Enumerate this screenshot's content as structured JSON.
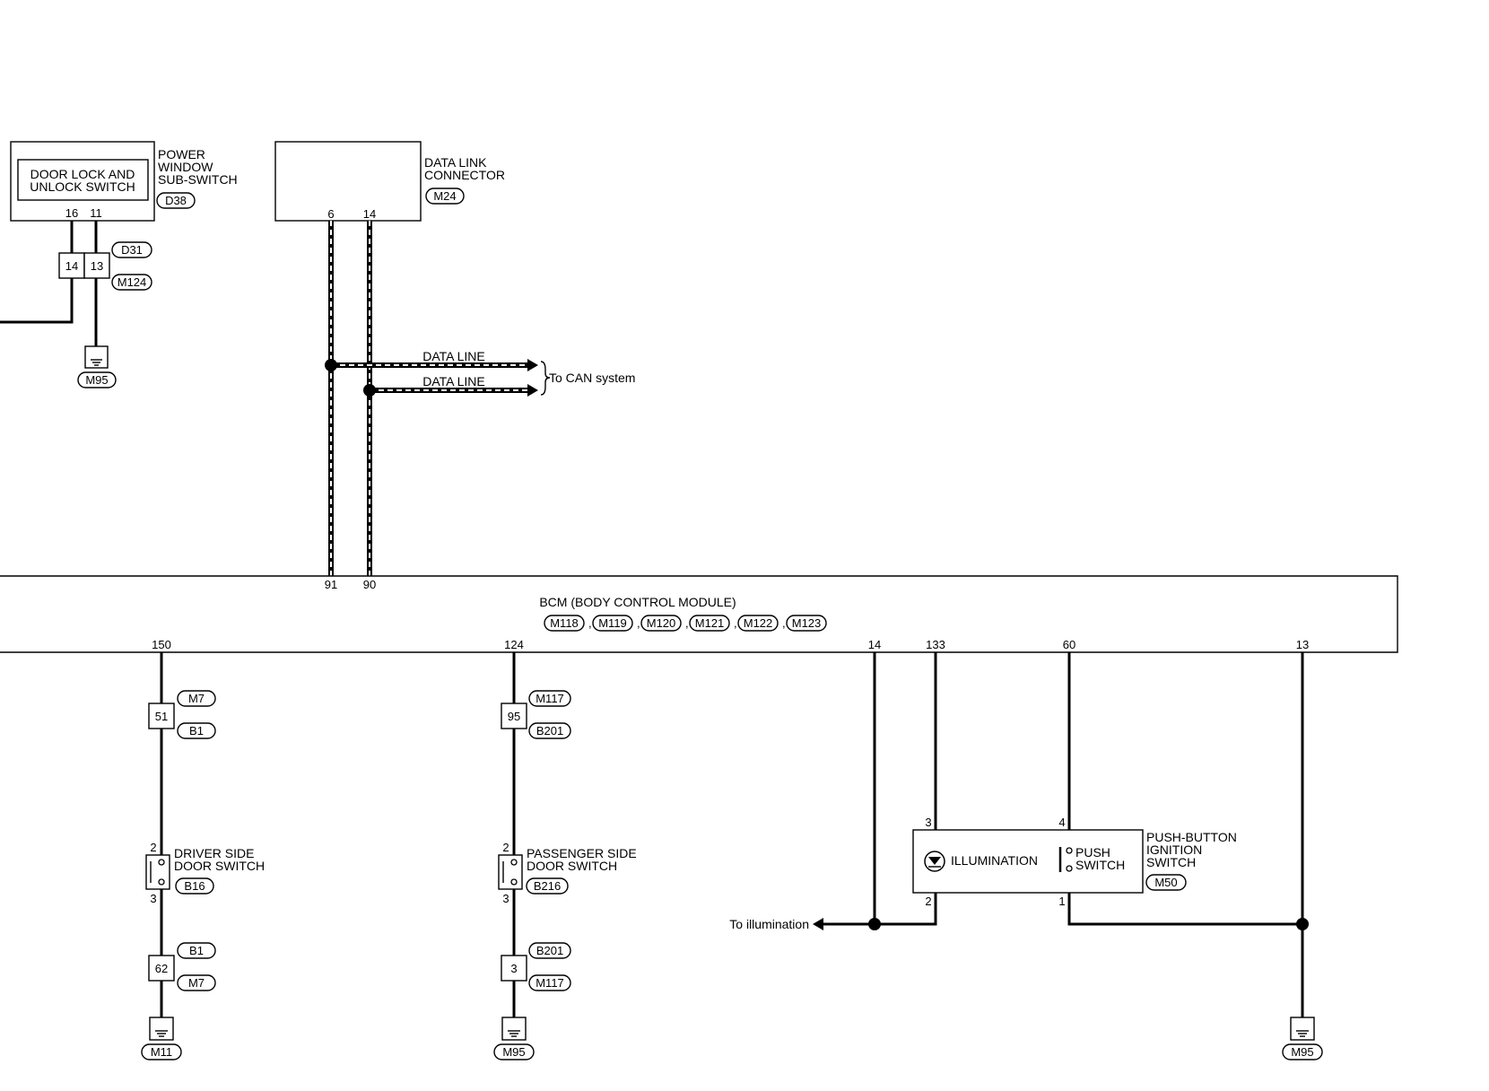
{
  "components": {
    "door_lock_switch": {
      "label_1": "DOOR LOCK AND",
      "label_2": "UNLOCK SWITCH"
    },
    "power_window_sub_switch": {
      "label_1": "POWER",
      "label_2": "WINDOW",
      "label_3": "SUB-SWITCH",
      "connector": "D38",
      "pins": [
        "16",
        "11"
      ]
    },
    "data_link_connector": {
      "label_1": "DATA LINK",
      "label_2": "CONNECTOR",
      "connector": "M24",
      "pins": [
        "6",
        "14"
      ]
    },
    "bcm": {
      "label": "BCM (BODY CONTROL MODULE)",
      "connectors": [
        "M118",
        "M119",
        "M120",
        "M121",
        "M122",
        "M123"
      ],
      "top_pins": [
        "91",
        "90"
      ],
      "bottom_pins": [
        "150",
        "124",
        "14",
        "133",
        "60",
        "13"
      ]
    },
    "driver_door_switch": {
      "label_1": "DRIVER SIDE",
      "label_2": "DOOR SWITCH",
      "connector": "B16",
      "pins": [
        "2",
        "3"
      ]
    },
    "passenger_door_switch": {
      "label_1": "PASSENGER SIDE",
      "label_2": "DOOR SWITCH",
      "connector": "B216",
      "pins": [
        "2",
        "3"
      ]
    },
    "push_button_ignition_switch": {
      "label_1": "PUSH-BUTTON",
      "label_2": "IGNITION",
      "label_3": "SWITCH",
      "connector": "M50",
      "illumination": "ILLUMINATION",
      "push_1": "PUSH",
      "push_2": "SWITCH",
      "pins": [
        "3",
        "4",
        "2",
        "1"
      ]
    }
  },
  "junctions": {
    "d31_m124": {
      "pins": [
        "14",
        "13"
      ],
      "connectors": [
        "D31",
        "M124"
      ]
    },
    "driver_upper": {
      "pin": "51",
      "connectors": [
        "M7",
        "B1"
      ]
    },
    "driver_lower": {
      "pin": "62",
      "connectors": [
        "B1",
        "M7"
      ]
    },
    "passenger_upper": {
      "pin": "95",
      "connectors": [
        "M117",
        "B201"
      ]
    },
    "passenger_lower": {
      "pin": "3",
      "connectors": [
        "B201",
        "M117"
      ]
    }
  },
  "grounds": {
    "top": "M95",
    "driver": "M11",
    "passenger": "M95",
    "right": "M95"
  },
  "data_lines": {
    "line_1": "DATA LINE",
    "line_2": "DATA LINE",
    "destination": "To CAN system"
  },
  "illumination_output": "To illumination"
}
